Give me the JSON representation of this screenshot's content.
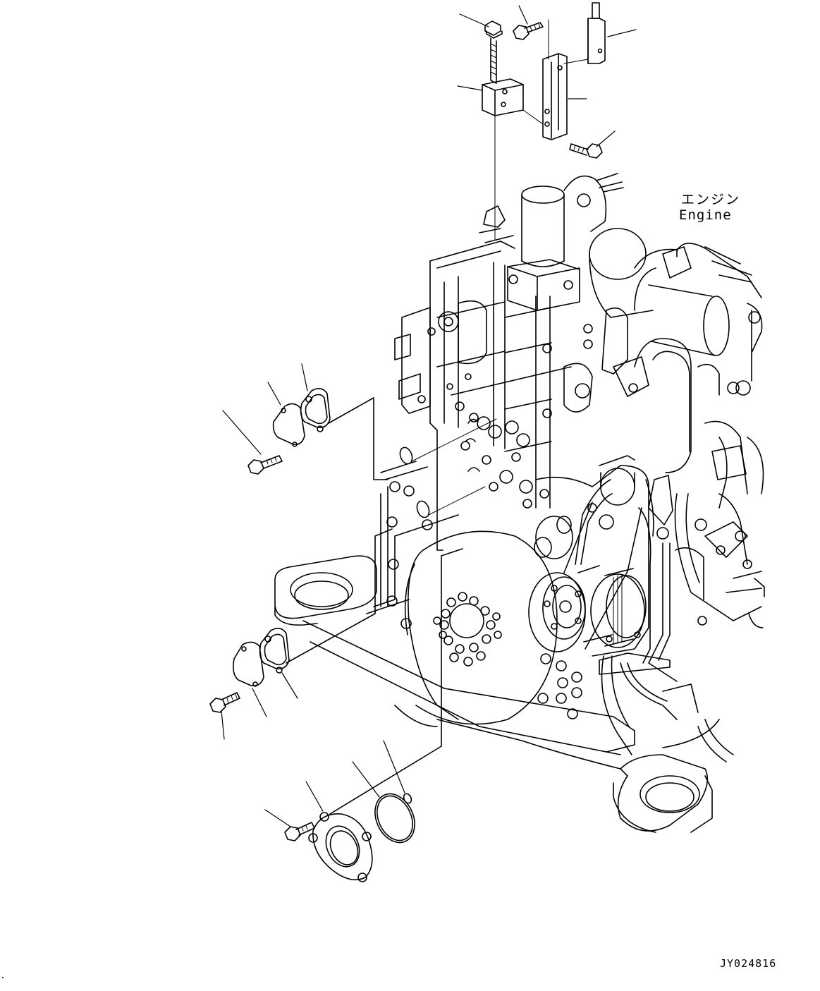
{
  "labels": {
    "engine_jp": "エンジン",
    "engine_en": "Engine",
    "drawing_code": "JY024816"
  },
  "colors": {
    "line": "#000000",
    "background": "#ffffff"
  }
}
